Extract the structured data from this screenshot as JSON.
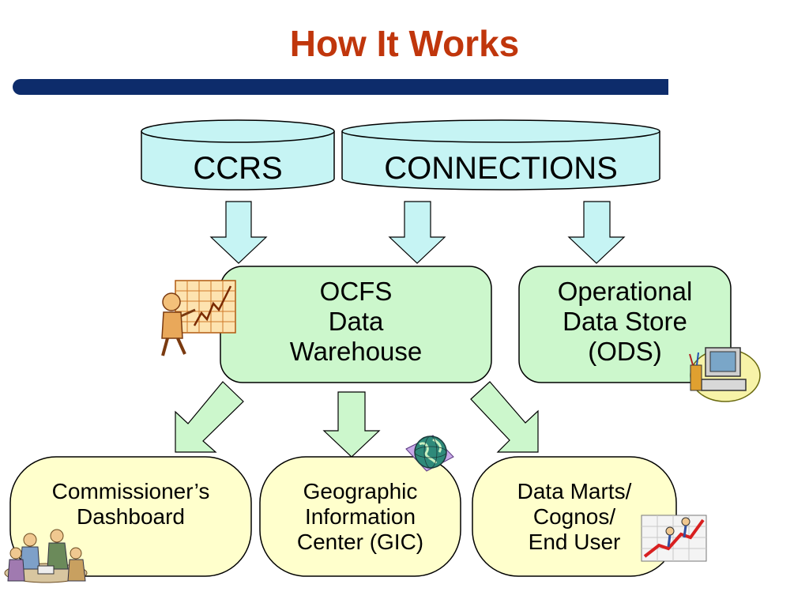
{
  "title": "How It Works",
  "colors": {
    "title": "#c0360c",
    "rule": "#0d2c6b",
    "cylinder": "#c6f4f4",
    "cylinder_arrow": "#c6f4f4",
    "warehouse_box": "#ccf7cc",
    "down_arrow": "#ccf7cc",
    "output_box": "#ffffcc"
  },
  "sources": [
    {
      "label": "CCRS"
    },
    {
      "label": "CONNECTIONS"
    }
  ],
  "hubs": [
    {
      "lines": [
        "OCFS",
        "Data",
        "Warehouse"
      ],
      "icon": "presenter-chart-icon"
    },
    {
      "lines": [
        "Operational",
        "Data Store",
        "(ODS)"
      ],
      "icon": "computer-icon"
    }
  ],
  "outputs": [
    {
      "lines": [
        "Commissioner’s",
        "Dashboard"
      ],
      "icon": "meeting-people-icon"
    },
    {
      "lines": [
        "Geographic",
        "Information",
        "Center (GIC)"
      ],
      "icon": "globe-icon"
    },
    {
      "lines": [
        "Data Marts/",
        "Cognos/",
        "End User"
      ],
      "icon": "rising-chart-icon"
    }
  ]
}
